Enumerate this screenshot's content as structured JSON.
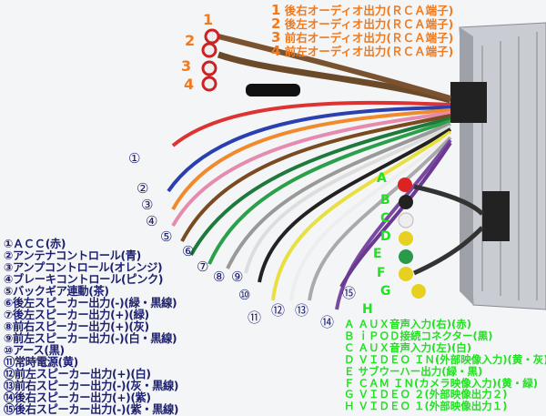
{
  "rca_outputs": [
    {
      "num": "1",
      "label": "後右オーディオ出力(ＲＣＡ端子)"
    },
    {
      "num": "2",
      "label": "後左オーディオ出力(ＲＣＡ端子)"
    },
    {
      "num": "3",
      "label": "前右オーディオ出力(ＲＣＡ端子)"
    },
    {
      "num": "4",
      "label": "前左オーディオ出力(ＲＣＡ端子)"
    }
  ],
  "wires": [
    {
      "num": "①",
      "label": "①ＡＣＣ(赤)"
    },
    {
      "num": "②",
      "label": "②アンテナコントロール(青)"
    },
    {
      "num": "③",
      "label": "③アンプコントロール(オレンジ)"
    },
    {
      "num": "④",
      "label": "④ブレーキコントロール(ピンク)"
    },
    {
      "num": "⑤",
      "label": "⑤バックギア連動(茶)"
    },
    {
      "num": "⑥",
      "label": "⑥後左スピーカー出力(-)(緑・黒線)"
    },
    {
      "num": "⑦",
      "label": "⑦後左スピーカー出力(+)(緑)"
    },
    {
      "num": "⑧",
      "label": "⑧前右スピーカー出力(+)(灰)"
    },
    {
      "num": "⑨",
      "label": "⑨前左スピーカー出力(-)(白・黒線)"
    },
    {
      "num": "⑩",
      "label": "⑩アース(黒)"
    },
    {
      "num": "⑪",
      "label": "⑪常時電源(黄)"
    },
    {
      "num": "⑫",
      "label": "⑫前左スピーカー出力(+)(白)"
    },
    {
      "num": "⑬",
      "label": "⑬前右スピーカー出力(-)(灰・黒線)"
    },
    {
      "num": "⑭",
      "label": "⑭後右スピーカー出力(+)(紫)"
    },
    {
      "num": "⑮",
      "label": "⑮後右スピーカー出力(-)(紫・黒線)"
    }
  ],
  "connectors": [
    {
      "letter": "A",
      "label": "Ａ ＡＵＸ音声入力(右)(赤)"
    },
    {
      "letter": "B",
      "label": "Ｂ ｉＰＯＤ接続コネクター(黒)"
    },
    {
      "letter": "C",
      "label": "Ｃ ＡＵＸ音声入力(左)(白)"
    },
    {
      "letter": "D",
      "label": "Ｄ ＶＩＤＥＯ ＩＮ(外部映像入力)(黄・灰)"
    },
    {
      "letter": "E",
      "label": "Ｅ サブウーハー出力(緑・黒)"
    },
    {
      "letter": "F",
      "label": "Ｆ ＣＡＭ ＩＮ(カメラ映像入力)(黄・緑)"
    },
    {
      "letter": "G",
      "label": "Ｇ ＶＩＤＥＯ ２(外部映像出力２)"
    },
    {
      "letter": "H",
      "label": "Ｈ ＶＩＤＥＯ １(外部映像出力１)"
    }
  ]
}
